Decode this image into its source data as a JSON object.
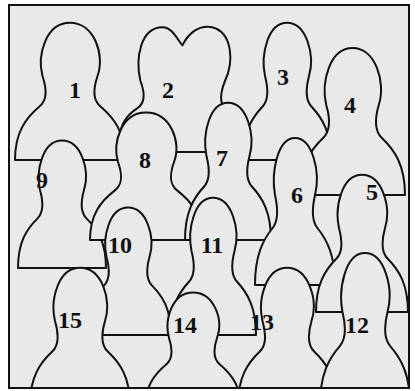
{
  "diagram": {
    "nodes": [
      {
        "text": [
          "1"
        ]
      },
      {
        "text": [
          "2"
        ]
      },
      {
        "text": [
          "3"
        ]
      },
      {
        "text": [
          "4"
        ]
      },
      {
        "text": [
          "9"
        ]
      },
      {
        "text": [
          "8"
        ]
      },
      {
        "text": [
          "7"
        ]
      },
      {
        "text": [
          "6"
        ]
      },
      {
        "text": [
          "5"
        ]
      },
      {
        "text": [
          "10"
        ]
      },
      {
        "text": [
          "11"
        ]
      },
      {
        "text": [
          "15"
        ]
      },
      {
        "text": [
          "14"
        ]
      },
      {
        "text": [
          "13"
        ]
      },
      {
        "text": [
          "12"
        ]
      }
    ]
  }
}
